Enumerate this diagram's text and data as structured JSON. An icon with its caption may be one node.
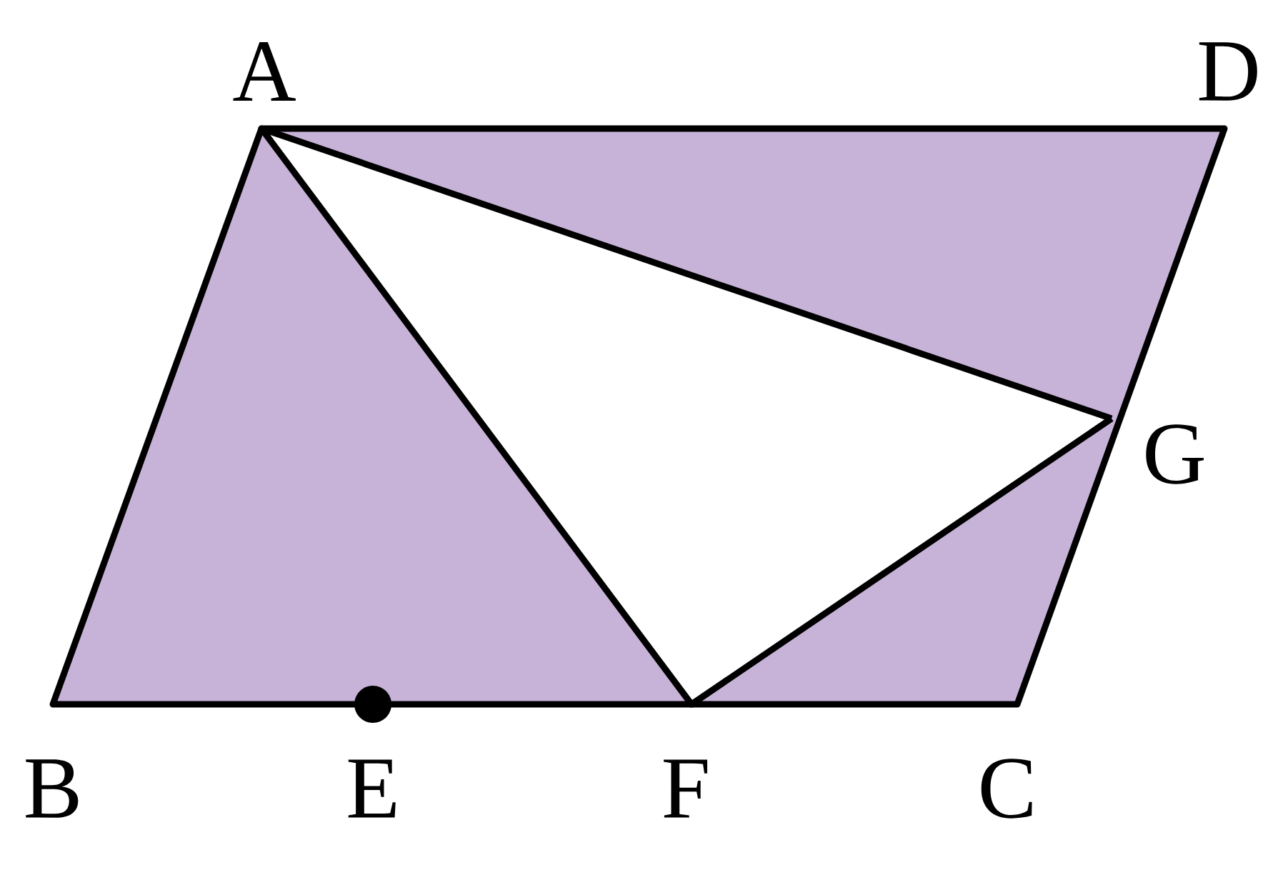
{
  "diagram": {
    "labels": [
      "A",
      "D",
      "G",
      "B",
      "E",
      "F",
      "C"
    ]
  }
}
